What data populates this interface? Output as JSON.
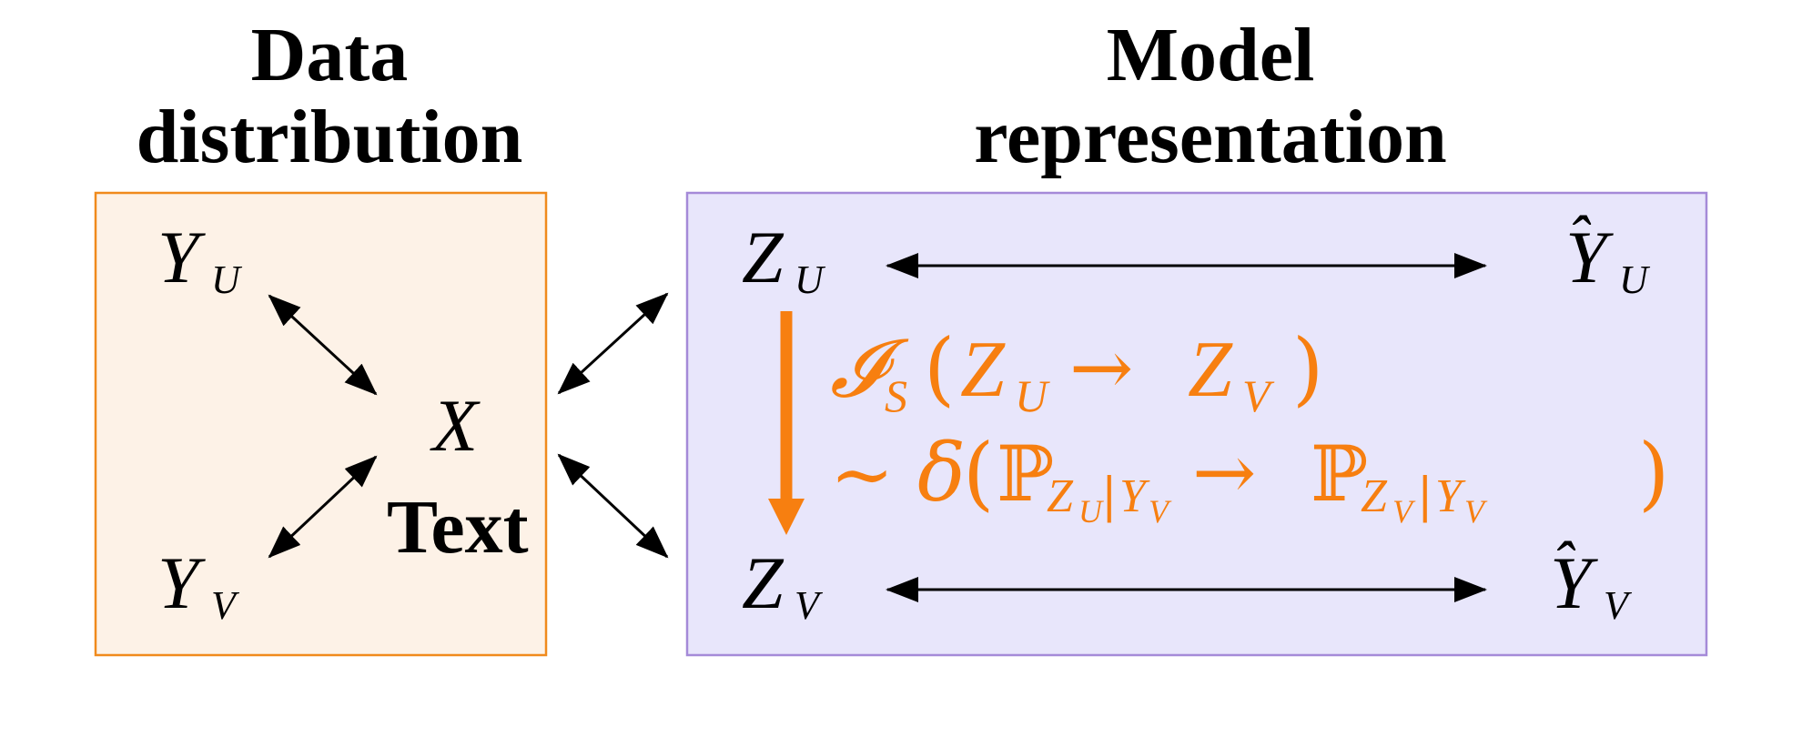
{
  "titles": {
    "left_line1": "Data",
    "left_line2": "distribution",
    "right_line1": "Model",
    "right_line2": "representation"
  },
  "left_box": {
    "Y_main": "Y",
    "U_sub": "U",
    "V_sub": "V",
    "X_var": "X",
    "text_label": "Text"
  },
  "right_box": {
    "Z_main": "Z",
    "U_sub": "U",
    "V_sub": "V",
    "Yhat_main": "Y",
    "hat": "ˆ"
  },
  "formula": {
    "line1_I": "𝓘",
    "line1_S": "S",
    "line1_open": "(",
    "line1_Z": "Z",
    "line1_U": "U",
    "line1_arrow": "→",
    "line1_Z2": "Z",
    "line1_V": "V",
    "line1_close": ")",
    "line2_tilde": "∼",
    "line2_delta": "δ",
    "line2_open": "(",
    "line2_P1": "ℙ",
    "line2_sub1": "Z",
    "line2_sub1_U": "U",
    "line2_bar": "|",
    "line2_sub1_Y": "Y",
    "line2_sub1_V": "V",
    "line2_arrow": "→",
    "line2_P2": "ℙ",
    "line2_sub2": "Z",
    "line2_sub2_V": "V",
    "line2_bar2": "|",
    "line2_sub2_Y": "Y",
    "line2_sub2_YV": "V",
    "line2_close": ")"
  },
  "colors": {
    "left_box_fill": "#fdf2e7",
    "left_box_stroke": "#f08a1c",
    "right_box_fill": "#e8e6fb",
    "right_box_stroke": "#a58ad8",
    "accent_orange": "#f77f10",
    "arrow": "#000000"
  }
}
